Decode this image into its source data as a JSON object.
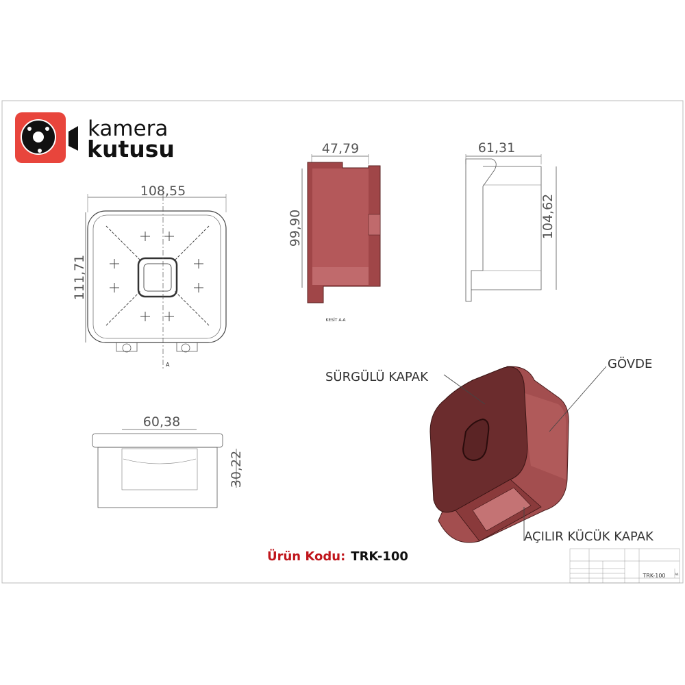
{
  "brand": {
    "line1": "kamera",
    "line2": "kutusu",
    "color": "#e8453c"
  },
  "dimensions": {
    "front_width": "108,55",
    "front_height": "111,71",
    "section_depth": "47,79",
    "section_height": "99,90",
    "side_depth": "61,31",
    "side_height": "104,62",
    "bottom_width": "60,38",
    "bottom_height": "30,22"
  },
  "section_label": "KESİT A-A",
  "section_marker": "A",
  "callouts": {
    "lid": "SÜRGÜLÜ KAPAK",
    "body": "GÖVDE",
    "small_lid": "AÇILIR KÜCÜK KAPAK"
  },
  "product_code": {
    "label": "Ürün Kodu:",
    "value": "TRK-100",
    "label_color": "#c0161c"
  },
  "title_block": {
    "drawing_no": "TRK-100",
    "size": "A4"
  },
  "colors": {
    "body_dark": "#6b2c2d",
    "body_mid": "#8f3d3e",
    "body_light": "#b05a5a"
  }
}
